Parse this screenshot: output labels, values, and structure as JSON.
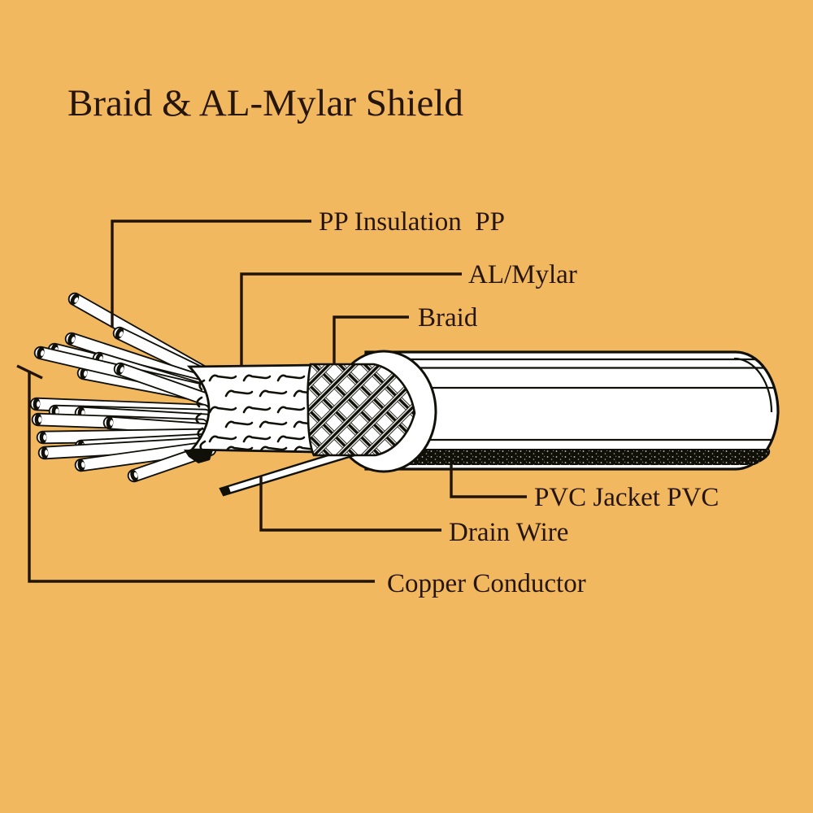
{
  "title": "Braid & AL-Mylar Shield",
  "labels": {
    "pp_insulation": "PP Insulation  PP",
    "al_mylar": "AL/Mylar",
    "braid": "Braid",
    "pvc_jacket": "PVC Jacket PVC",
    "drain_wire": "Drain Wire",
    "copper_conductor": "Copper Conductor"
  },
  "colors": {
    "background": "#f2b860",
    "line": "#20130a",
    "text": "#26150a",
    "diagram_ink": "#101008",
    "paper": "#ffffff"
  }
}
